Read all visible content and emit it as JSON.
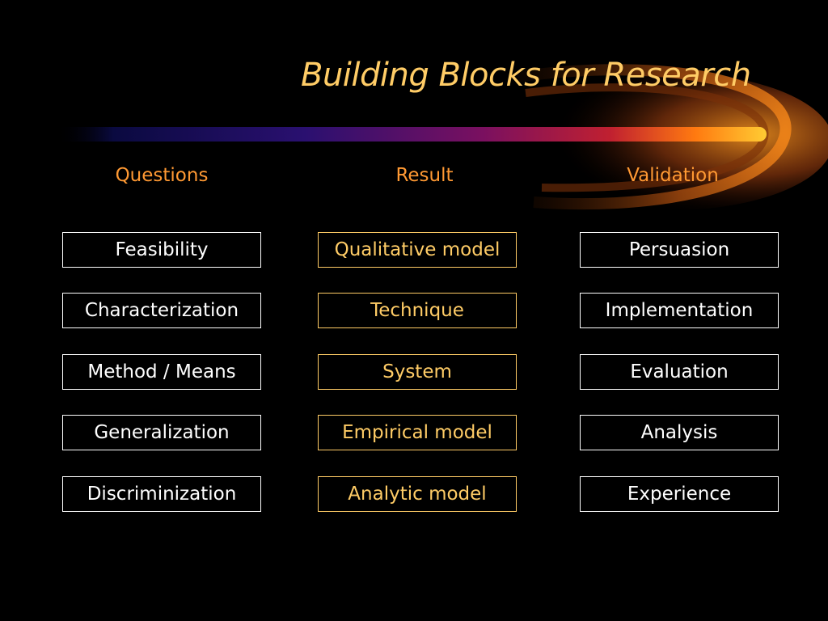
{
  "title": "Building Blocks for Research",
  "colors": {
    "background": "#000000",
    "title": "#FFCC66",
    "header": "#FF9933",
    "questions_box": "#FFFFFF",
    "result_box": "#FFCC66",
    "validation_box": "#FFFFFF"
  },
  "columns": [
    {
      "header": "Questions",
      "items": [
        "Feasibility",
        "Characterization",
        "Method / Means",
        "Generalization",
        "Discriminization"
      ]
    },
    {
      "header": "Result",
      "items": [
        "Qualitative model",
        "Technique",
        "System",
        "Empirical model",
        "Analytic model"
      ]
    },
    {
      "header": "Validation",
      "items": [
        "Persuasion",
        "Implementation",
        "Evaluation",
        "Analysis",
        "Experience"
      ]
    }
  ]
}
